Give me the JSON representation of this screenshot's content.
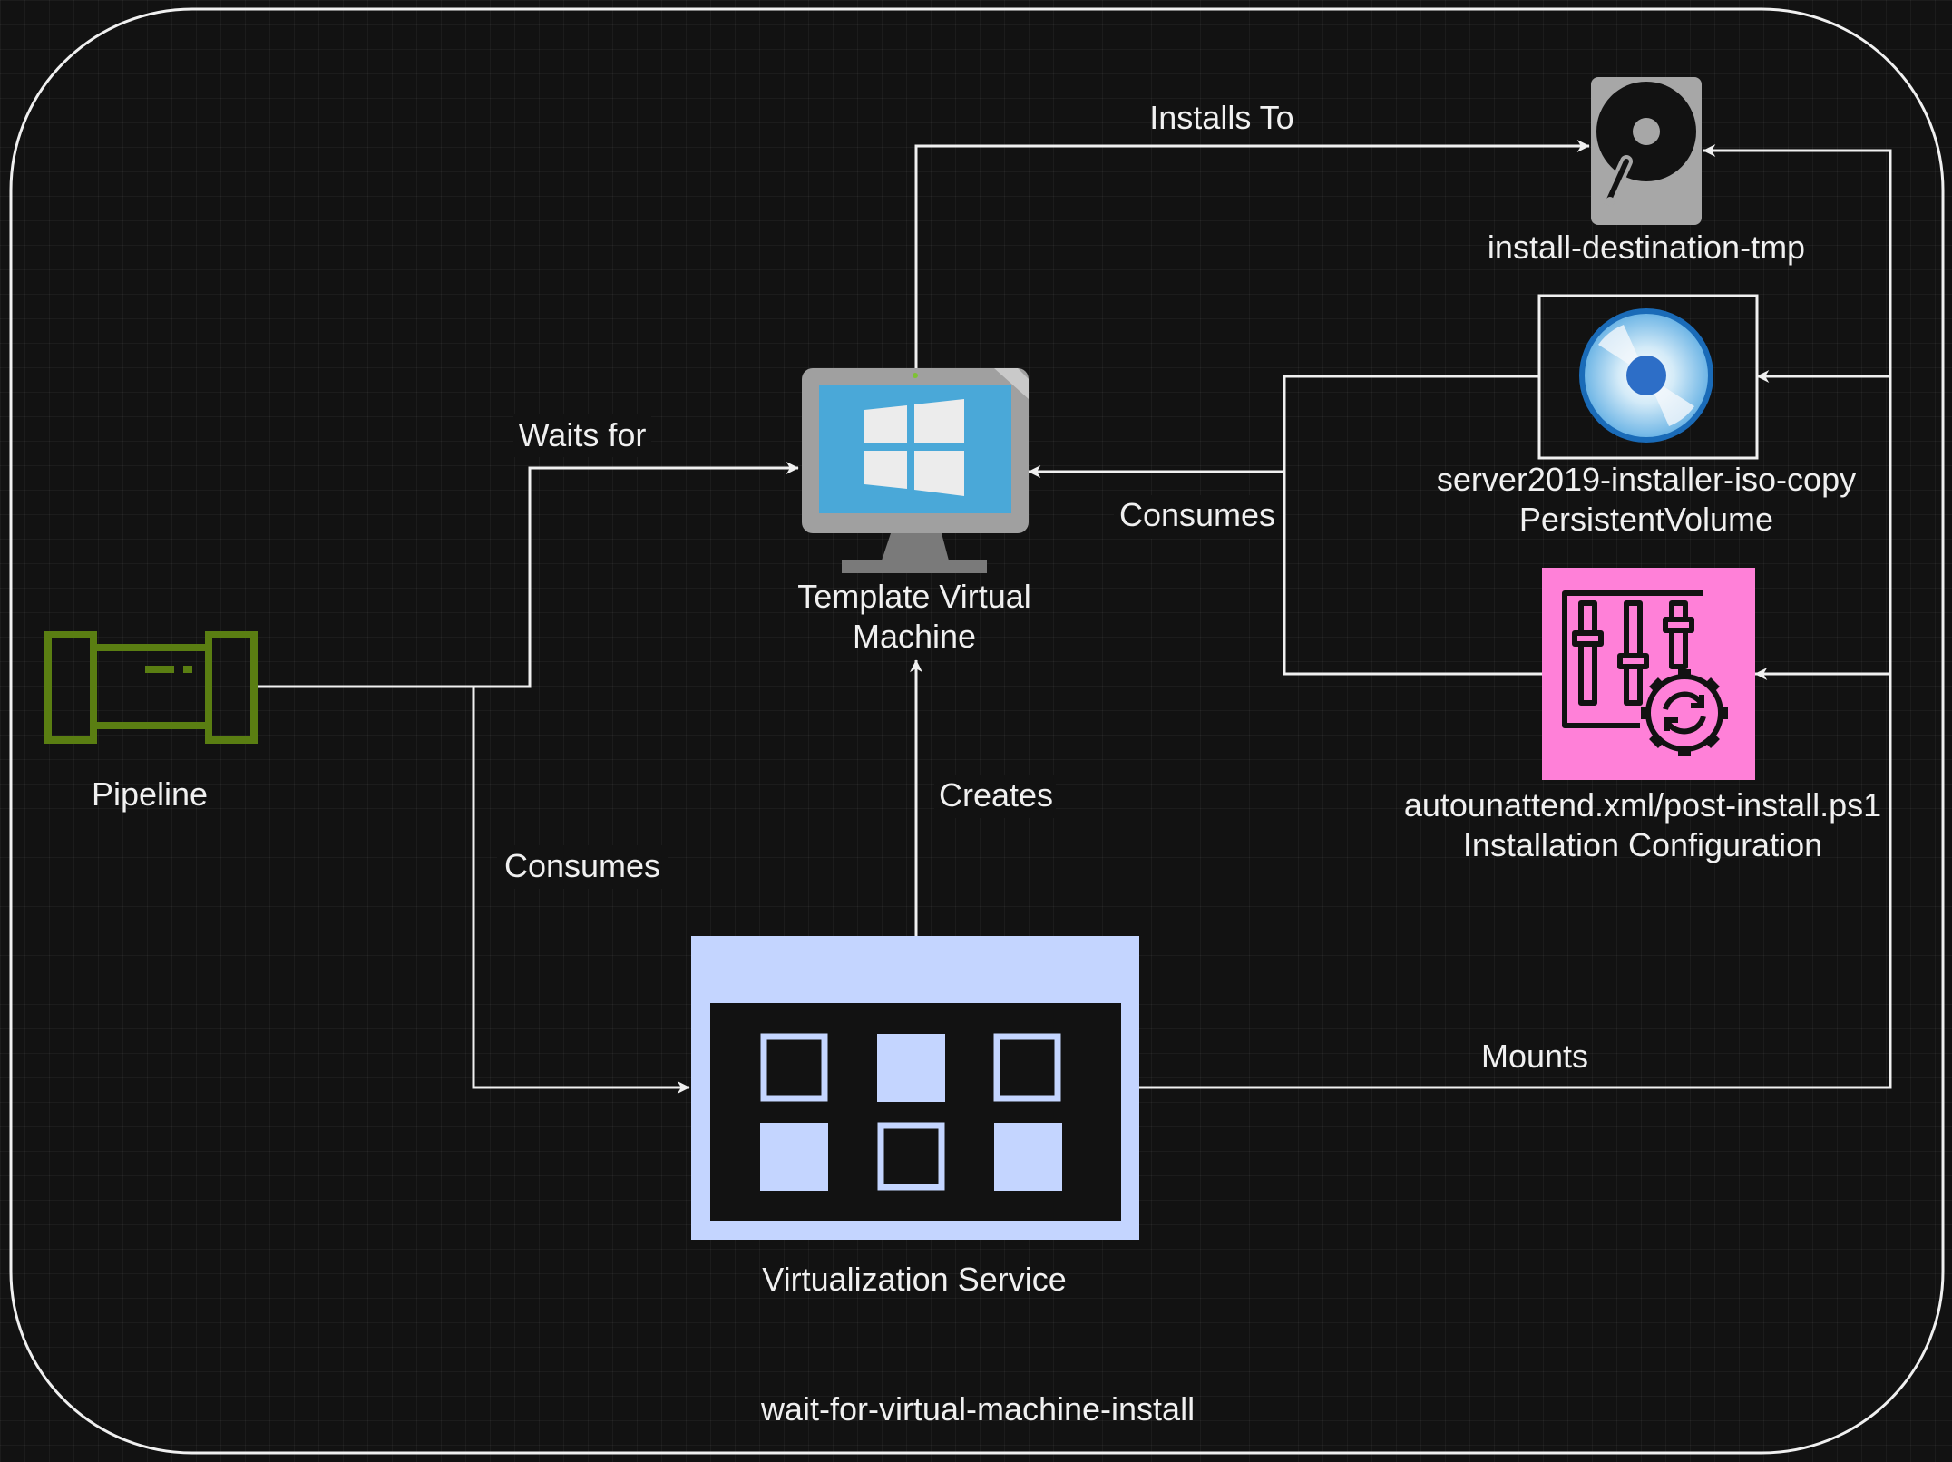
{
  "diagram": {
    "container_label": "wait-for-virtual-machine-install",
    "nodes": {
      "pipeline": {
        "label": "Pipeline",
        "icon": "pipeline-icon",
        "color": "#5a7e12"
      },
      "template_vm": {
        "label_line1": "Template Virtual",
        "label_line2": "Machine",
        "icon": "windows-monitor-icon",
        "color": "#4aa8d8"
      },
      "virtualization_service": {
        "label": "Virtualization Service",
        "icon": "app-grid-icon",
        "color": "#c4d5ff"
      },
      "install_destination": {
        "label": "install-destination-tmp",
        "icon": "hard-disk-icon",
        "color": "#a7a7a7"
      },
      "installer_iso": {
        "label_line1": "server2019-installer-iso-copy",
        "label_line2": "PersistentVolume",
        "icon": "disc-icon",
        "color": "#3a7ec8"
      },
      "install_config": {
        "label_line1": "autounattend.xml/post-install.ps1",
        "label_line2": "Installation Configuration",
        "icon": "config-sliders-gear-icon",
        "color": "#ff80d8"
      }
    },
    "edges": {
      "waits_for": "Waits for",
      "consumes_left": "Consumes",
      "creates": "Creates",
      "installs_to": "Installs To",
      "consumes_right": "Consumes",
      "mounts": "Mounts"
    }
  }
}
